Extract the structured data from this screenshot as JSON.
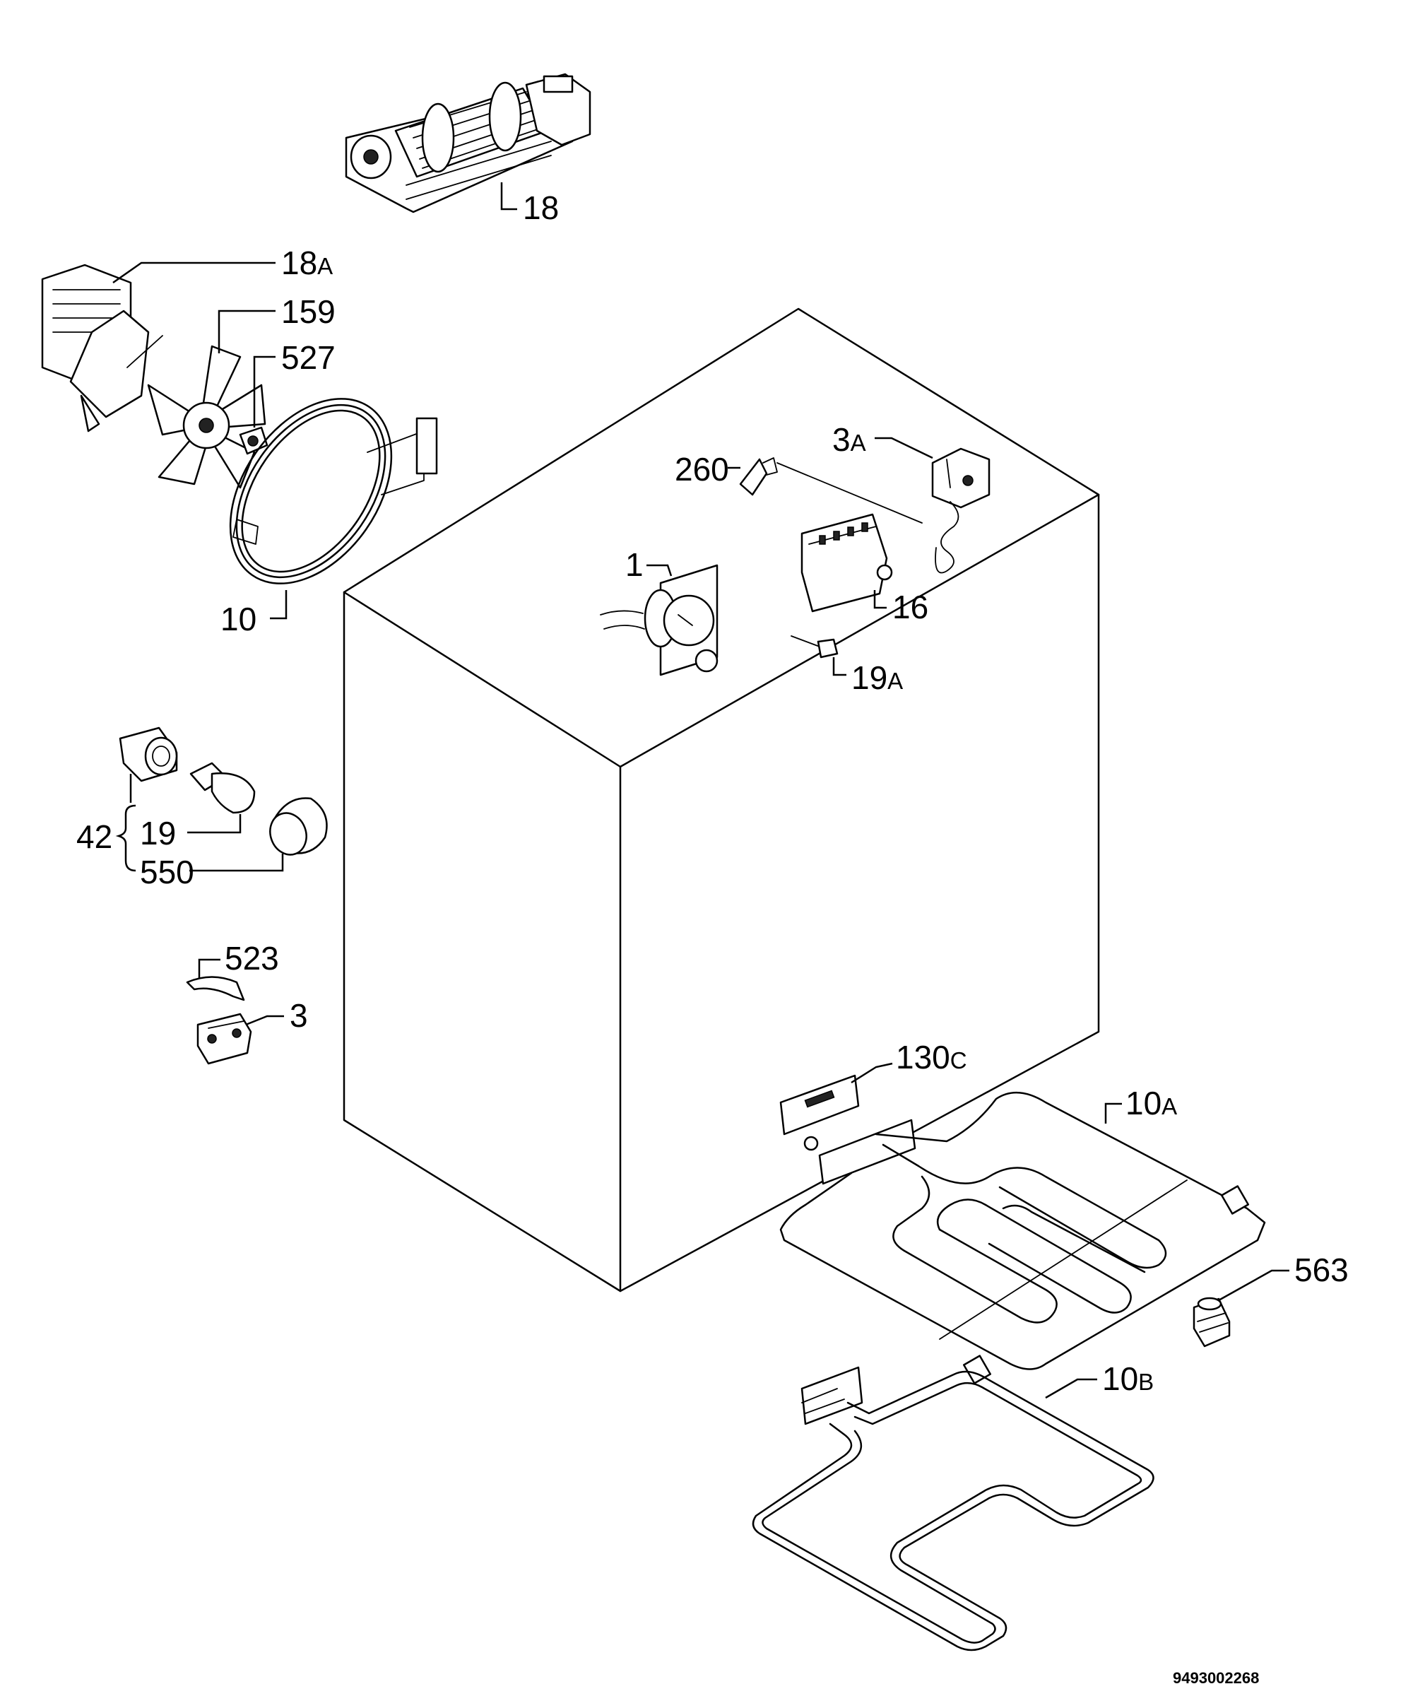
{
  "labels": {
    "p18": {
      "num": "18",
      "sub": ""
    },
    "p18a": {
      "num": "18",
      "sub": "A"
    },
    "p159": {
      "num": "159",
      "sub": ""
    },
    "p527": {
      "num": "527",
      "sub": ""
    },
    "p10": {
      "num": "10",
      "sub": ""
    },
    "p260": {
      "num": "260",
      "sub": ""
    },
    "p3a": {
      "num": "3",
      "sub": "A"
    },
    "p1": {
      "num": "1",
      "sub": ""
    },
    "p16": {
      "num": "16",
      "sub": ""
    },
    "p19a": {
      "num": "19",
      "sub": "A"
    },
    "p42": {
      "num": "42",
      "sub": ""
    },
    "p19": {
      "num": "19",
      "sub": ""
    },
    "p550": {
      "num": "550",
      "sub": ""
    },
    "p523": {
      "num": "523",
      "sub": ""
    },
    "p3": {
      "num": "3",
      "sub": ""
    },
    "p130c": {
      "num": "130",
      "sub": "C"
    },
    "p10a": {
      "num": "10",
      "sub": "A"
    },
    "p563": {
      "num": "563",
      "sub": ""
    },
    "p10b": {
      "num": "10",
      "sub": "B"
    }
  },
  "drawing_code": "9493002268"
}
